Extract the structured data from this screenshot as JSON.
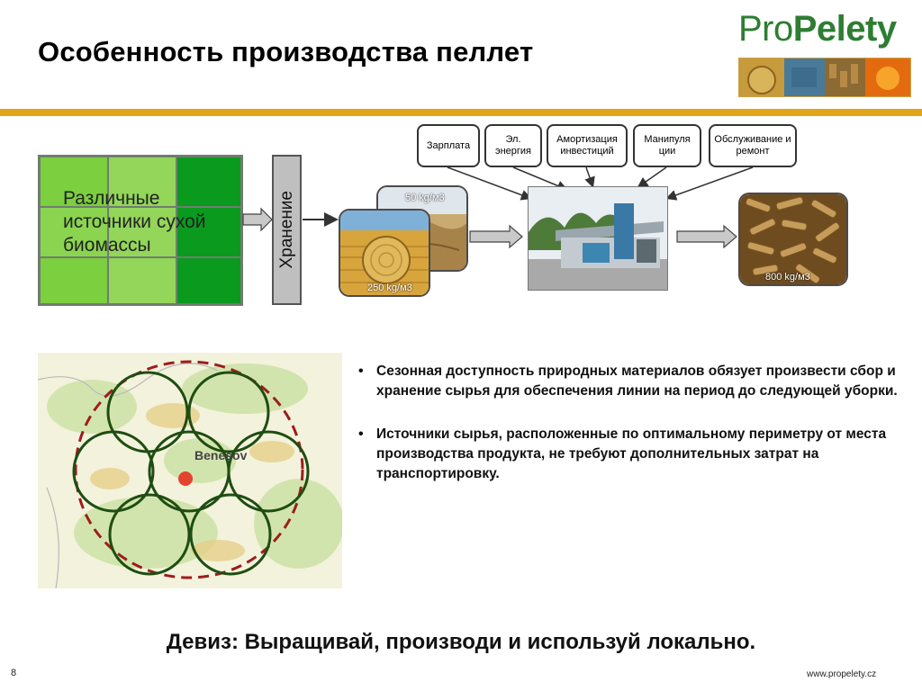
{
  "slide": {
    "title": "Особенность производства пеллет",
    "logo": {
      "pro": "Pro",
      "pelety": "Pelety"
    },
    "page_number": "8",
    "website": "www.propelety.cz",
    "motto": "Девиз: Выращивай, производи и используй локально."
  },
  "diagram": {
    "biomass_label": "Различные источники сухой биомассы",
    "storage_label": "Хранение",
    "costs": [
      "Зарплата",
      "Эл. энергия",
      "Амортизация инвестиций",
      "Манипуля ции",
      "Обслуживание и ремонт"
    ],
    "density_loose": "50 kg/м3",
    "density_bale": "250 kg/м3",
    "density_pellet": "800 kg/м3"
  },
  "map": {
    "town": "Benesov"
  },
  "bullets": [
    "Сезонная доступность природных материалов обязует произвести сбор и хранение сырья для обеспечения линии на период до следующей уборки.",
    "Источники сырья, расположенные по оптимальному периметру от места производства продукта, не требуют дополнительных затрат на транспортировку."
  ],
  "colors": {
    "accent_rule": "#e2a51a",
    "logo_green": "#2e7d32",
    "circle_green": "#1e4d12",
    "dash_red": "#9b1d1d"
  }
}
